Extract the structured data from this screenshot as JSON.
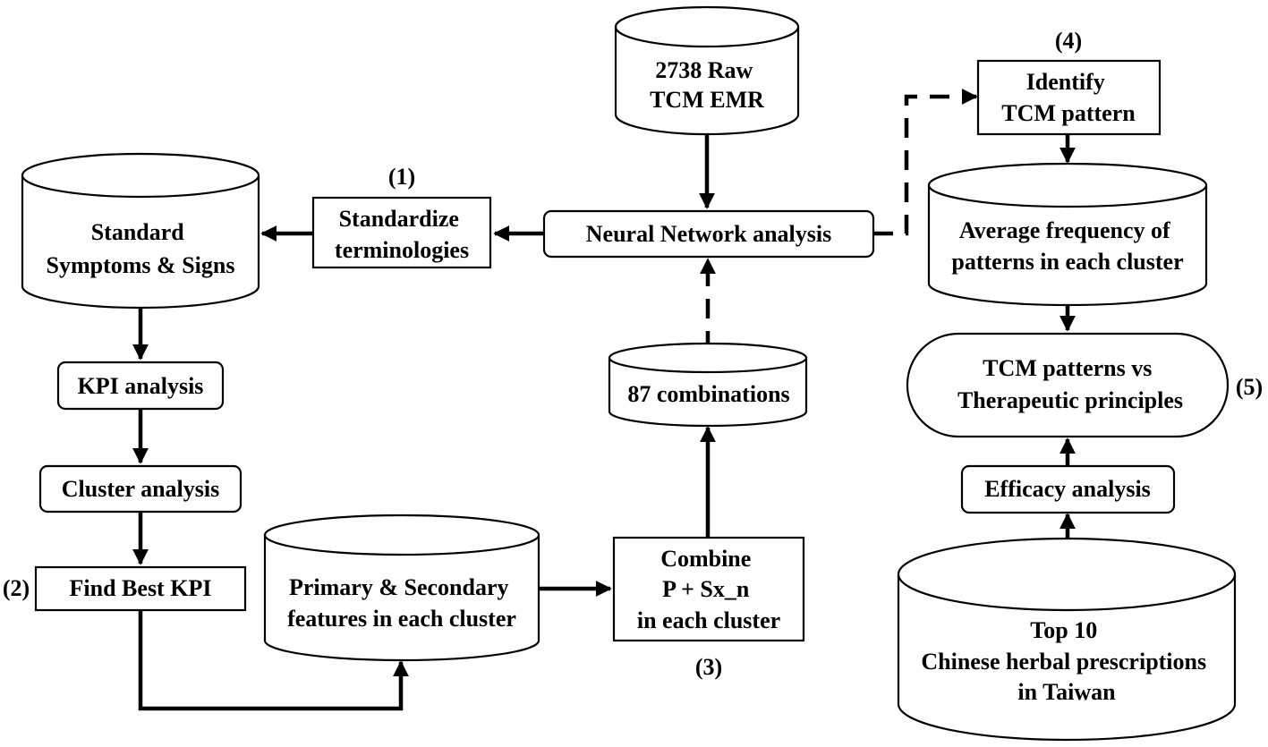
{
  "nodes": {
    "raw_emr": [
      "2738 Raw",
      "TCM EMR"
    ],
    "standard_symptoms": [
      "Standard",
      "Symptoms  & Signs"
    ],
    "standardize": [
      "Standardize",
      "terminologies"
    ],
    "neural_network": [
      "Neural Network analysis"
    ],
    "kpi_analysis": [
      "KPI analysis"
    ],
    "cluster_analysis": [
      "Cluster analysis"
    ],
    "find_best_kpi": [
      "Find Best KPI"
    ],
    "primary_secondary": [
      "Primary & Secondary",
      "features in each cluster"
    ],
    "combine": [
      "Combine",
      "P + Sx_n",
      "in each cluster"
    ],
    "combinations": [
      "87 combinations"
    ],
    "identify_pattern": [
      "Identify",
      "TCM pattern"
    ],
    "average_frequency": [
      "Average frequency of",
      "patterns in each cluster"
    ],
    "patterns_vs_principles": [
      "TCM patterns vs",
      "Therapeutic principles"
    ],
    "efficacy": [
      "Efficacy analysis"
    ],
    "top10": [
      "Top 10",
      "Chinese herbal prescriptions",
      "in Taiwan"
    ]
  },
  "step_labels": {
    "step1": "(1)",
    "step2": "(2)",
    "step3": "(3)",
    "step4": "(4)",
    "step5": "(5)"
  }
}
